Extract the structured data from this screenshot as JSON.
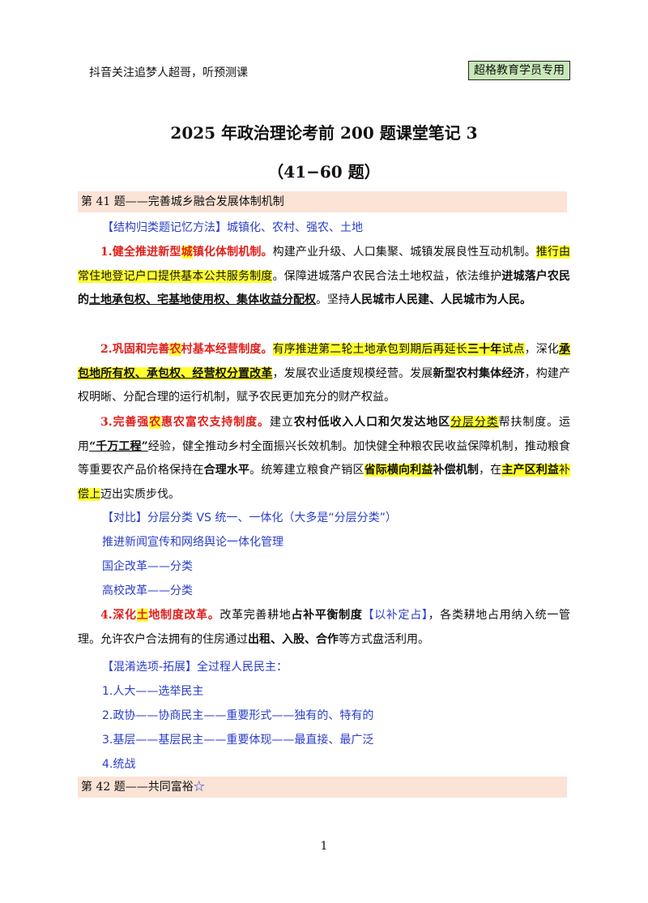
{
  "header": {
    "left_text": "抖音关注追梦人超哥，听预测课",
    "badge": "超格教育学员专用"
  },
  "doc": {
    "title": "2025 年政治理论考前 200 题课堂笔记 3",
    "subtitle": "（41−60 题）"
  },
  "q41": {
    "heading": "第 41 题——完善城乡融合发展体制机制",
    "method_line": "【结构归类题记忆方法】城镇化、农村、强农、土地",
    "p1": {
      "a": "1.健全推进新型",
      "b": "城",
      "c": "镇化体制机制。",
      "d": "构建产业升级、人口集聚、城镇发展良性互动机制。",
      "e": "推行由常住地登记户口提供基本公共服务制度",
      "f": "。保障进城落户农民合法土地权益，依法维护",
      "g": "进城落户农民的",
      "h": "土地承包权、宅基地使用权、集体收益分配权",
      "i": "。坚持",
      "j": "人民城市人民建、人民城市为人民。"
    },
    "p2": {
      "a": "2.巩固和完善",
      "b": "农",
      "c": "村基本经营制度。",
      "d": "有序推进第二轮土地承包到期后再延长",
      "e": "三十年",
      "f": "试点",
      "g": "，深化",
      "h": "承包地所有权、承包权、经营权分置改革",
      "i": "，发展农业适度规模经营。发展",
      "j": "新型农村集体经济",
      "k": "，构建产权明晰、分配合理的运行机制，赋予农民更加充分的财产权益。"
    },
    "p3": {
      "a": "3.完善强",
      "b": "农",
      "c": "惠农富农支持制度。",
      "d": "建立",
      "e": "农村低收入人口和欠发达地区",
      "f": "分层分类",
      "g": "帮扶制度。运用",
      "h": "“千万工程”",
      "i": "经验，健全推动乡村全面振兴长效机制。加快健全种粮农民收益保障机制，推动粮食等重要农产品价格保持在",
      "j": "合理水平",
      "k": "。统筹建立粮食产销区",
      "l": "省际横向利益",
      "m": "补偿机制",
      "n": "，在",
      "o": "主产区利益",
      "p": "补偿上",
      "q": "迈出实质步伐。"
    },
    "compare": {
      "head": "【对比】分层分类 VS 统一、一体化（大多是“分层分类”）",
      "items": [
        "推进新闻宣传和网络舆论一体化管理",
        "国企改革——分类",
        "高校改革——分类"
      ]
    },
    "p4": {
      "a": "4.深化",
      "b": "土",
      "c": "地制度改革。",
      "d": "改革完善耕地",
      "e": "占补平衡制度",
      "f": "【以补定占】",
      "g": "，各类耕地占用纳入统一管理。允许农户合法拥有的住房通过",
      "h": "出租、入股、合作",
      "i": "等方式盘活利用。"
    },
    "confuse": {
      "head": "【混淆选项-拓展】全过程人民民主：",
      "items": [
        "1.人大——选举民主",
        "2.政协——协商民主——重要形式——独有的、特有的",
        "3.基层——基层民主——重要体现——最直接、最广泛",
        "4.统战"
      ]
    }
  },
  "q42": {
    "heading": "第 42 题——共同富裕",
    "star": "☆"
  },
  "footer": {
    "page_number": "1"
  }
}
